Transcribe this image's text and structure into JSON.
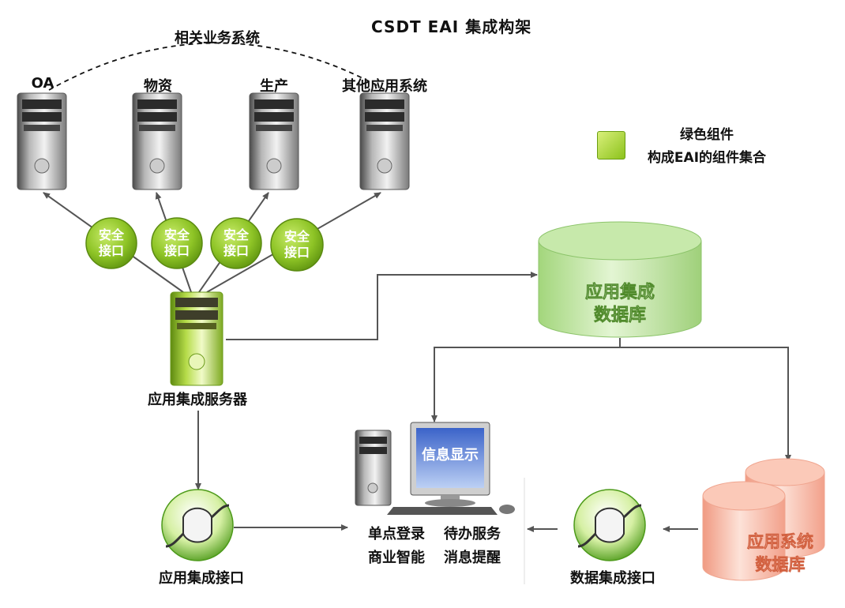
{
  "title": "CSDT EAI 集成构架",
  "related_systems_label": "相关业务系统",
  "systems": [
    "OA",
    "物资",
    "生产",
    "其他应用系统"
  ],
  "security_interface_label": [
    "安全",
    "接口"
  ],
  "legend": {
    "line1": "绿色组件",
    "line2": "构成EAI的组件集合",
    "color": "#8cc21c"
  },
  "app_server_label": "应用集成服务器",
  "app_db_label": [
    "应用集成",
    "数据库"
  ],
  "display_label": "信息显示",
  "features": {
    "row1": [
      "单点登录",
      "待办服务"
    ],
    "row2": [
      "商业智能",
      "消息提醒"
    ]
  },
  "app_interface_label": "应用集成接口",
  "data_interface_label": "数据集成接口",
  "system_db_label": [
    "应用系统",
    "数据库"
  ]
}
